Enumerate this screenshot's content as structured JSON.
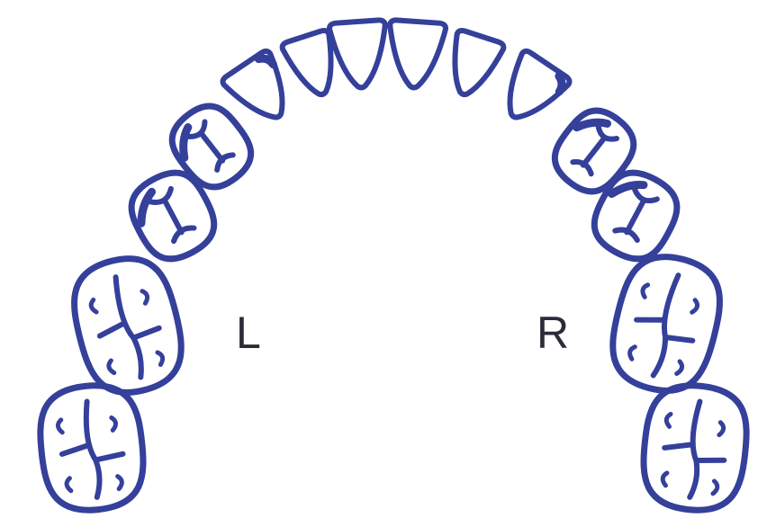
{
  "labels": {
    "left": "L",
    "right": "R"
  },
  "style": {
    "ink_color": "#34409a",
    "label_color": "#2c2c38",
    "background": "#ffffff"
  },
  "teeth": [
    {
      "id": "left-central-incisor",
      "type": "incisor",
      "side": "left"
    },
    {
      "id": "left-lateral-incisor",
      "type": "incisor",
      "side": "left"
    },
    {
      "id": "left-canine",
      "type": "canine",
      "side": "left"
    },
    {
      "id": "left-first-premolar",
      "type": "premolar",
      "side": "left"
    },
    {
      "id": "left-second-premolar",
      "type": "premolar",
      "side": "left"
    },
    {
      "id": "left-first-molar",
      "type": "molar",
      "side": "left"
    },
    {
      "id": "left-second-molar",
      "type": "molar",
      "side": "left"
    },
    {
      "id": "right-central-incisor",
      "type": "incisor",
      "side": "right"
    },
    {
      "id": "right-lateral-incisor",
      "type": "incisor",
      "side": "right"
    },
    {
      "id": "right-canine",
      "type": "canine",
      "side": "right"
    },
    {
      "id": "right-first-premolar",
      "type": "premolar",
      "side": "right"
    },
    {
      "id": "right-second-premolar",
      "type": "premolar",
      "side": "right"
    },
    {
      "id": "right-first-molar",
      "type": "molar",
      "side": "right"
    },
    {
      "id": "right-second-molar",
      "type": "molar",
      "side": "right"
    }
  ]
}
